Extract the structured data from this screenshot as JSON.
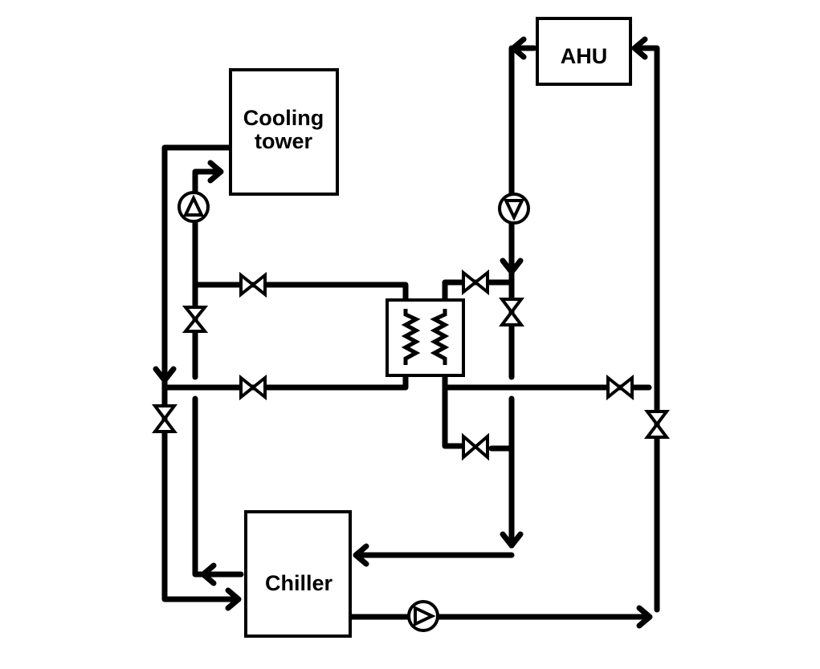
{
  "components": {
    "ahu": {
      "label": "AHU"
    },
    "cooling_tower": {
      "line1": "Cooling",
      "line2": "tower"
    },
    "chiller": {
      "label": "Chiller"
    }
  },
  "colors": {
    "line": "#000000",
    "background": "#ffffff"
  }
}
